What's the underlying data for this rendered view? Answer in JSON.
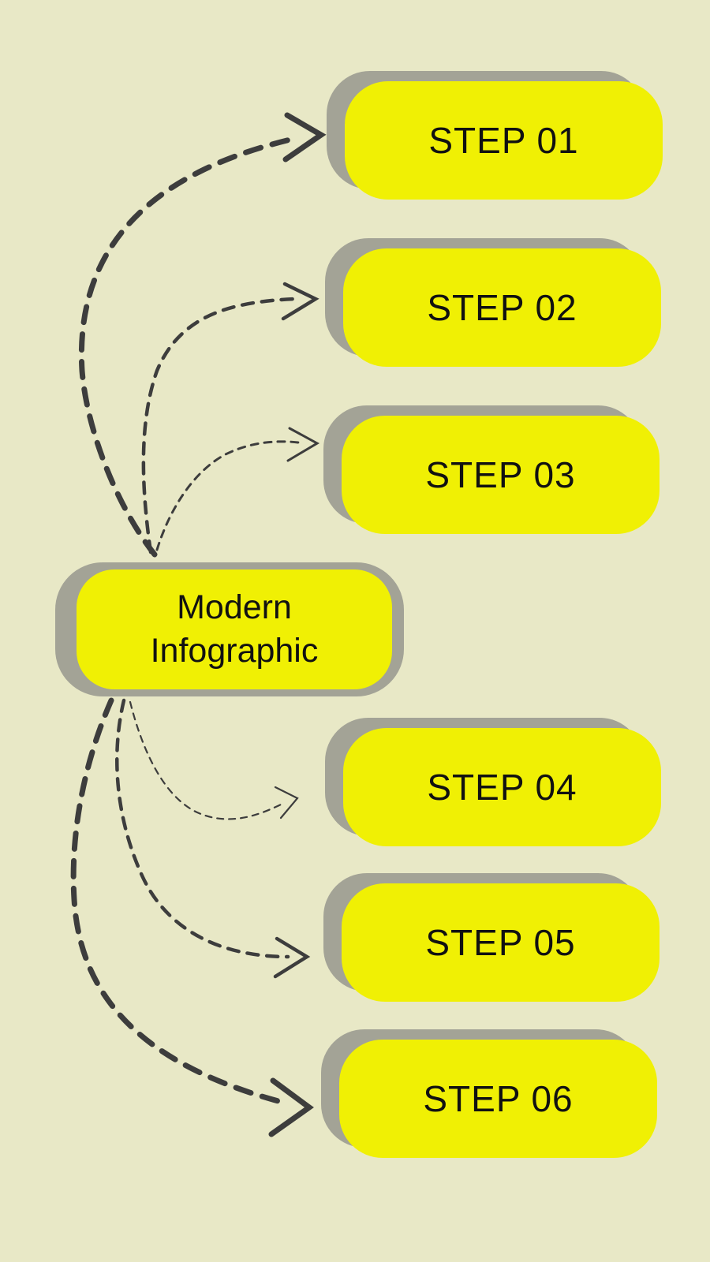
{
  "diagram": {
    "type": "infographic-steps",
    "center": {
      "label_line1": "Modern",
      "label_line2": "Infographic"
    },
    "steps": [
      {
        "id": 1,
        "label": "STEP 01"
      },
      {
        "id": 2,
        "label": "STEP 02"
      },
      {
        "id": 3,
        "label": "STEP 03"
      },
      {
        "id": 4,
        "label": "STEP 04"
      },
      {
        "id": 5,
        "label": "STEP 05"
      },
      {
        "id": 6,
        "label": "STEP 06"
      }
    ],
    "connectors": [
      {
        "from": "center",
        "to": "step-1",
        "style": "dashed",
        "weight": "thick"
      },
      {
        "from": "center",
        "to": "step-2",
        "style": "dashed",
        "weight": "medium"
      },
      {
        "from": "center",
        "to": "step-3",
        "style": "dashed",
        "weight": "thin"
      },
      {
        "from": "center",
        "to": "step-4",
        "style": "dashed",
        "weight": "extra-thin"
      },
      {
        "from": "center",
        "to": "step-5",
        "style": "dashed",
        "weight": "medium"
      },
      {
        "from": "center",
        "to": "step-6",
        "style": "dashed",
        "weight": "thick"
      }
    ]
  },
  "colors": {
    "background": "#e8e8c6",
    "node-fill": "#f0f004",
    "node-shadow": "#a3a396",
    "arrow-ink": "#3d3d3d",
    "text-ink": "#111111"
  }
}
